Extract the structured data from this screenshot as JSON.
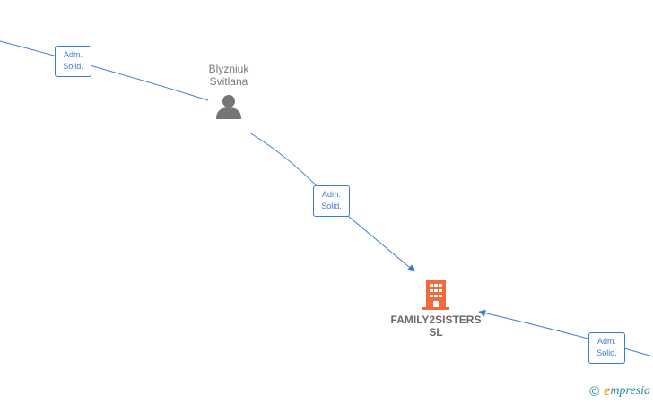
{
  "colors": {
    "edge": "#3b7bd4",
    "person_icon": "#757575",
    "company_icon": "#f26a3b",
    "brand_e": "#f29a1e",
    "brand_text": "#2a8a9a"
  },
  "nodes": {
    "person": {
      "name_line1": "Blyzniuk",
      "name_line2": "Svitlana",
      "icon": "person-icon"
    },
    "company": {
      "name_line1": "FAMILY2SISTERS",
      "name_line2": "SL",
      "icon": "building-icon"
    }
  },
  "edges": [
    {
      "label_line1": "Adm.",
      "label_line2": "Solid."
    },
    {
      "label_line1": "Adm.",
      "label_line2": "Solid."
    },
    {
      "label_line1": "Adm.",
      "label_line2": "Solid."
    }
  ],
  "footer": {
    "copyright_symbol": "©",
    "brand_initial": "e",
    "brand_rest": "mpresia"
  }
}
